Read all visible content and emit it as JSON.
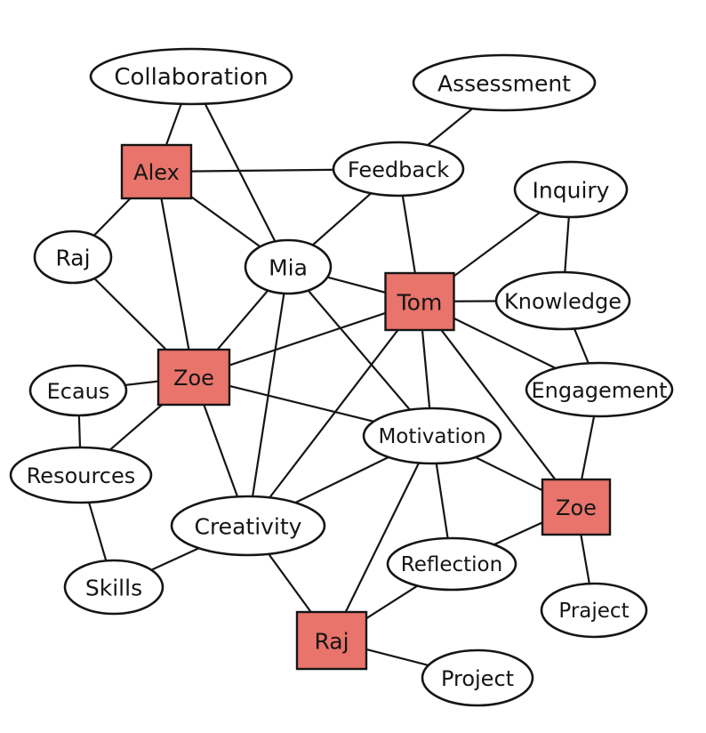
{
  "diagram": {
    "nodes": [
      {
        "id": "collaboration",
        "label": "Collaboration",
        "shape": "ellipse"
      },
      {
        "id": "assessment",
        "label": "Assessment",
        "shape": "ellipse"
      },
      {
        "id": "alex",
        "label": "Alex",
        "shape": "box"
      },
      {
        "id": "feedback",
        "label": "Feedback",
        "shape": "ellipse"
      },
      {
        "id": "inquiry",
        "label": "Inquiry",
        "shape": "ellipse"
      },
      {
        "id": "raj_left",
        "label": "Raj",
        "shape": "ellipse"
      },
      {
        "id": "mia",
        "label": "Mia",
        "shape": "ellipse"
      },
      {
        "id": "tom",
        "label": "Tom",
        "shape": "box"
      },
      {
        "id": "knowledge",
        "label": "Knowledge",
        "shape": "ellipse"
      },
      {
        "id": "zoe_left",
        "label": "Zoe",
        "shape": "box"
      },
      {
        "id": "ecaus",
        "label": "Ecaus",
        "shape": "ellipse"
      },
      {
        "id": "engagement",
        "label": "Engagement",
        "shape": "ellipse"
      },
      {
        "id": "motivation",
        "label": "Motivation",
        "shape": "ellipse"
      },
      {
        "id": "resources",
        "label": "Resources",
        "shape": "ellipse"
      },
      {
        "id": "zoe_right",
        "label": "Zoe",
        "shape": "box"
      },
      {
        "id": "creativity",
        "label": "Creativity",
        "shape": "ellipse"
      },
      {
        "id": "reflection",
        "label": "Reflection",
        "shape": "ellipse"
      },
      {
        "id": "skills",
        "label": "Skills",
        "shape": "ellipse"
      },
      {
        "id": "praject",
        "label": "Praject",
        "shape": "ellipse"
      },
      {
        "id": "raj_bottom",
        "label": "Raj",
        "shape": "box"
      },
      {
        "id": "project",
        "label": "Project",
        "shape": "ellipse"
      }
    ],
    "edges": [
      [
        "collaboration",
        "alex"
      ],
      [
        "collaboration",
        "mia"
      ],
      [
        "assessment",
        "feedback"
      ],
      [
        "alex",
        "feedback"
      ],
      [
        "alex",
        "raj_left"
      ],
      [
        "alex",
        "mia"
      ],
      [
        "alex",
        "zoe_left"
      ],
      [
        "feedback",
        "mia"
      ],
      [
        "feedback",
        "tom"
      ],
      [
        "inquiry",
        "tom"
      ],
      [
        "inquiry",
        "knowledge"
      ],
      [
        "raj_left",
        "zoe_left"
      ],
      [
        "mia",
        "tom"
      ],
      [
        "mia",
        "zoe_left"
      ],
      [
        "mia",
        "creativity"
      ],
      [
        "mia",
        "motivation"
      ],
      [
        "tom",
        "knowledge"
      ],
      [
        "tom",
        "zoe_left"
      ],
      [
        "tom",
        "engagement"
      ],
      [
        "tom",
        "motivation"
      ],
      [
        "tom",
        "creativity"
      ],
      [
        "tom",
        "zoe_right"
      ],
      [
        "knowledge",
        "engagement"
      ],
      [
        "engagement",
        "zoe_right"
      ],
      [
        "zoe_left",
        "ecaus"
      ],
      [
        "zoe_left",
        "resources"
      ],
      [
        "zoe_left",
        "motivation"
      ],
      [
        "zoe_left",
        "creativity"
      ],
      [
        "ecaus",
        "resources"
      ],
      [
        "resources",
        "skills"
      ],
      [
        "motivation",
        "creativity"
      ],
      [
        "motivation",
        "reflection"
      ],
      [
        "motivation",
        "zoe_right"
      ],
      [
        "motivation",
        "raj_bottom"
      ],
      [
        "creativity",
        "skills"
      ],
      [
        "creativity",
        "raj_bottom"
      ],
      [
        "reflection",
        "zoe_right"
      ],
      [
        "reflection",
        "raj_bottom"
      ],
      [
        "zoe_right",
        "praject"
      ],
      [
        "raj_bottom",
        "project"
      ]
    ]
  }
}
